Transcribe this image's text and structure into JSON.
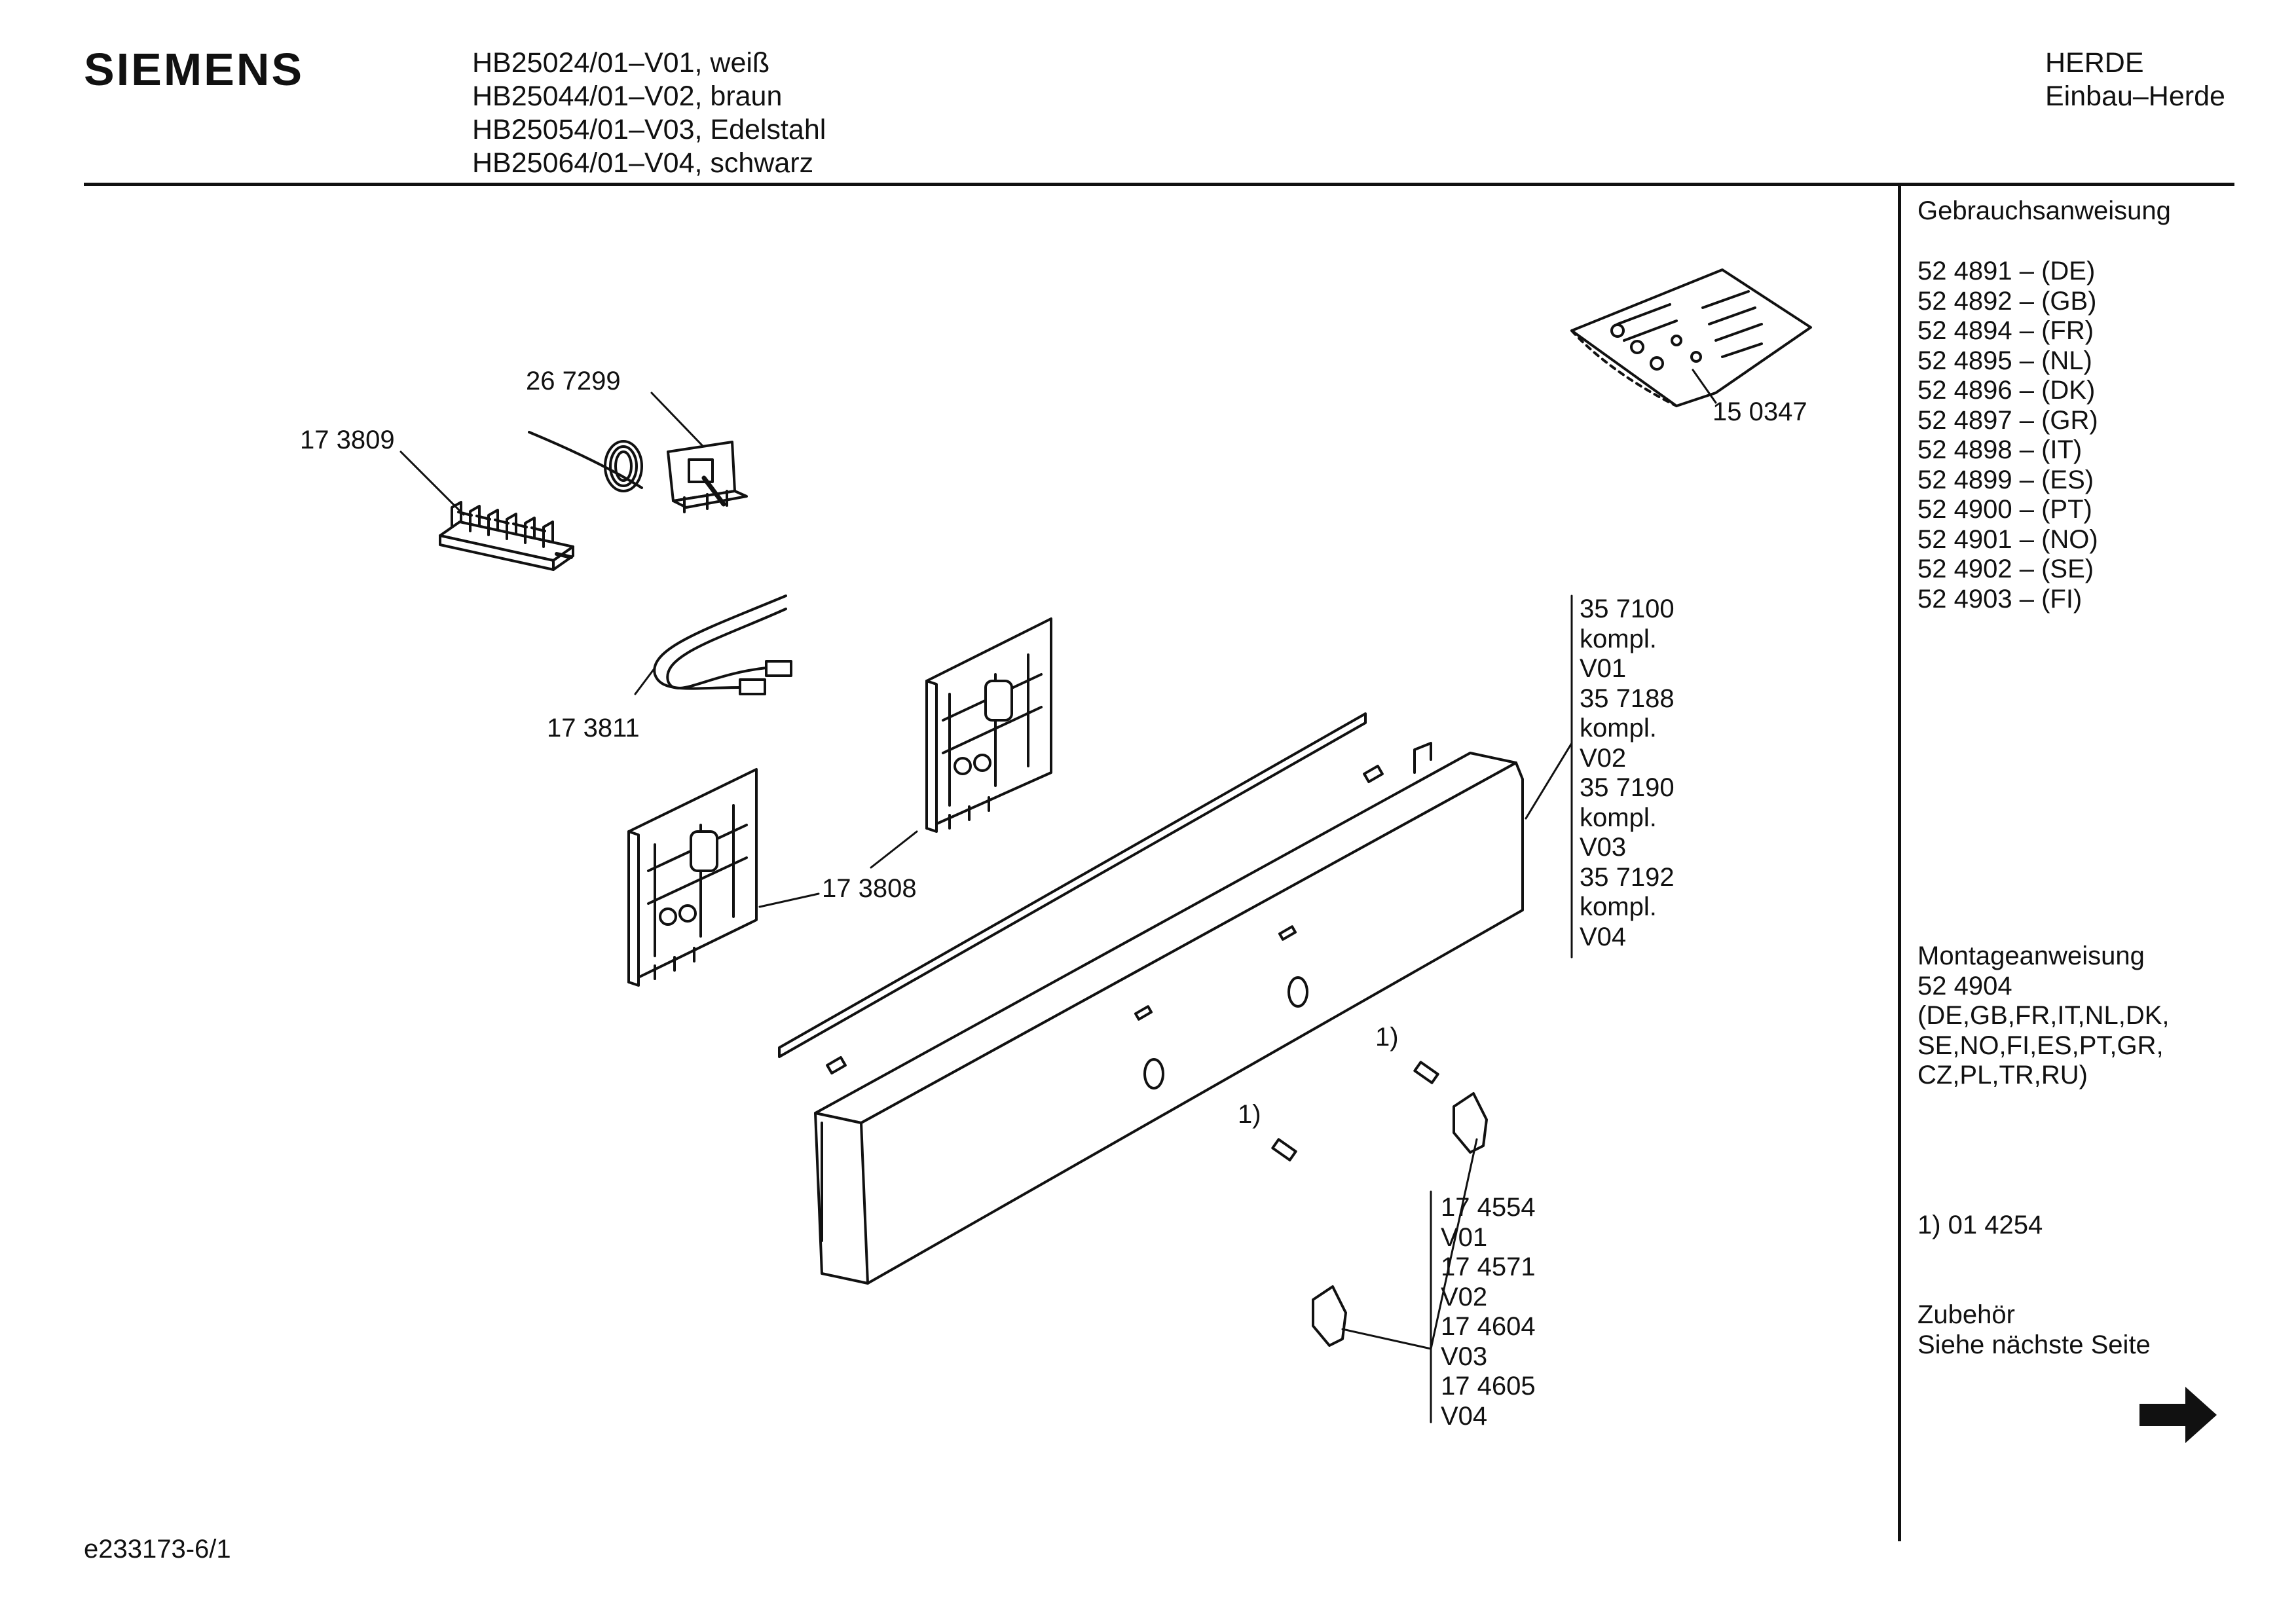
{
  "brand": "SIEMENS",
  "models": [
    "HB25024/01–V01, weiß",
    "HB25044/01–V02, braun",
    "HB25054/01–V03, Edelstahl",
    "HB25064/01–V04, schwarz"
  ],
  "category": {
    "line1": "HERDE",
    "line2": "Einbau–Herde"
  },
  "sidebar": {
    "manual_title": "Gebrauchsanweisung",
    "manuals": [
      "52 4891 – (DE)",
      "52 4892 – (GB)",
      "52 4894 – (FR)",
      "52 4895 – (NL)",
      "52 4896 – (DK)",
      "52 4897 – (GR)",
      "52 4898 – (IT)",
      "52 4899 – (ES)",
      "52 4900 – (PT)",
      "52 4901 – (NO)",
      "52 4902 – (SE)",
      "52 4903 – (FI)"
    ],
    "assembly_title": "Montageanweisung",
    "assembly_number": "52 4904",
    "assembly_langs": [
      "(DE,GB,FR,IT,NL,DK,",
      "SE,NO,FI,ES,PT,GR,",
      "CZ,PL,TR,RU)"
    ],
    "footnote": "1)  01 4254",
    "accessories_title": "Zubehör",
    "accessories_note": "Siehe nächste Seite"
  },
  "parts": {
    "p267299": "26 7299",
    "p173809": "17 3809",
    "p150347": "15 0347",
    "p173811": "17 3811",
    "p173808": "17 3808",
    "footnote_a": "1)",
    "footnote_b": "1)",
    "panel_codes": [
      "35 7100",
      "kompl.",
      "V01",
      "35 7188",
      "kompl.",
      "V02",
      "35 7190",
      "kompl.",
      "V03",
      "35 7192",
      "kompl.",
      "V04"
    ],
    "knob_codes": [
      "17 4554",
      "V01",
      "17 4571",
      "V02",
      "17 4604",
      "V03",
      "17 4605",
      "V04"
    ]
  },
  "footer": "e233173-6/1",
  "icons": {
    "next_page": "arrow-right-icon"
  }
}
